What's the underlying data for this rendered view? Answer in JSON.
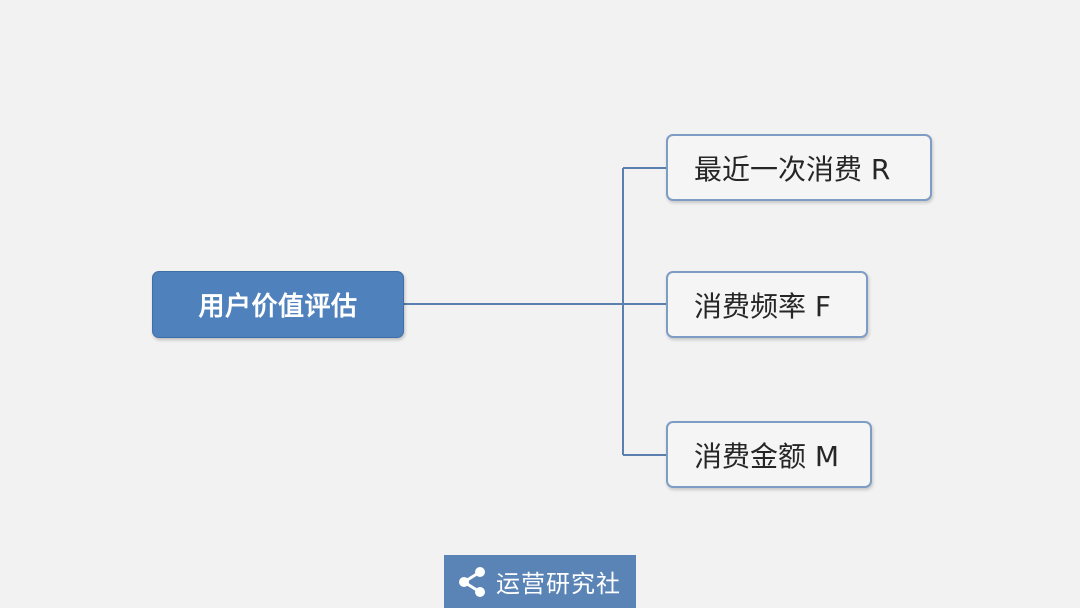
{
  "diagram": {
    "root": {
      "label": "用户价值评估"
    },
    "children": [
      {
        "key": "recency",
        "label": "最近一次消费 R"
      },
      {
        "key": "frequency",
        "label": "消费频率 F"
      },
      {
        "key": "monetary",
        "label": "消费金额 M"
      }
    ]
  },
  "brand": {
    "name": "运营研究社",
    "icon": "share-icon"
  },
  "colors": {
    "background": "#f2f2f2",
    "root_fill": "#4f81bd",
    "child_border": "#7d9dc4",
    "connector": "#5b7fae",
    "brand_fill": "#5b84b6"
  }
}
